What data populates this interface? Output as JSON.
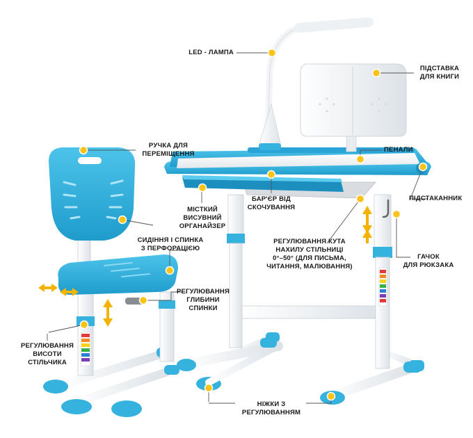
{
  "colors": {
    "blue": "#35b2de",
    "blue_dark": "#1d8fbe",
    "white": "#f7f8fa",
    "grey": "#dfe3e7",
    "callout_dot": "#f9c31a",
    "arrow": "#f5b301",
    "line": "#555555"
  },
  "labels": {
    "led_lamp": "LED - ЛАМПА",
    "book_stand": "ПІДСТАВКА\nДЛЯ КНИГИ",
    "carry_handle": "РУЧКА ДЛЯ\nПЕРЕМІЩЕННЯ",
    "pencil_trays": "ПЕНАЛИ",
    "cup_holder": "ПІДСТАКАННИК",
    "organizer": "МІСТКИЙ\nВИСУВНИЙ\nОРГАНАЙЗЕР",
    "anti_slip_barrier": "БАР'ЄР ВІД\nСКОЧУВАННЯ",
    "seat_backrest": "СИДІННЯ І СПИНКА\nЗ ПЕРФОРАЦІЄЮ",
    "tilt_adjust": "РЕГУЛЮВАННЯ КУТА\nНАХИЛУ СТІЛЬНИЦІ\n0°–50° (ДЛЯ ПИСЬМА,\nЧИТАННЯ, МАЛЮВАННЯ)",
    "backpack_hook": "ГАЧОК\nДЛЯ РЮКЗАКА",
    "back_depth": "РЕГУЛЮВАННЯ\nГЛИБИНИ\nСПИНКИ",
    "seat_height": "РЕГУЛЮВАННЯ\nВИСОТИ\nСТІЛЬЧИКА",
    "adjustable_feet": "НІЖКИ З\nРЕГУЛЮВАННЯМ"
  },
  "icons": [
    "callout-dot-icon",
    "double-arrow-icon",
    "height-scale-icon",
    "backpack-hook-icon"
  ]
}
